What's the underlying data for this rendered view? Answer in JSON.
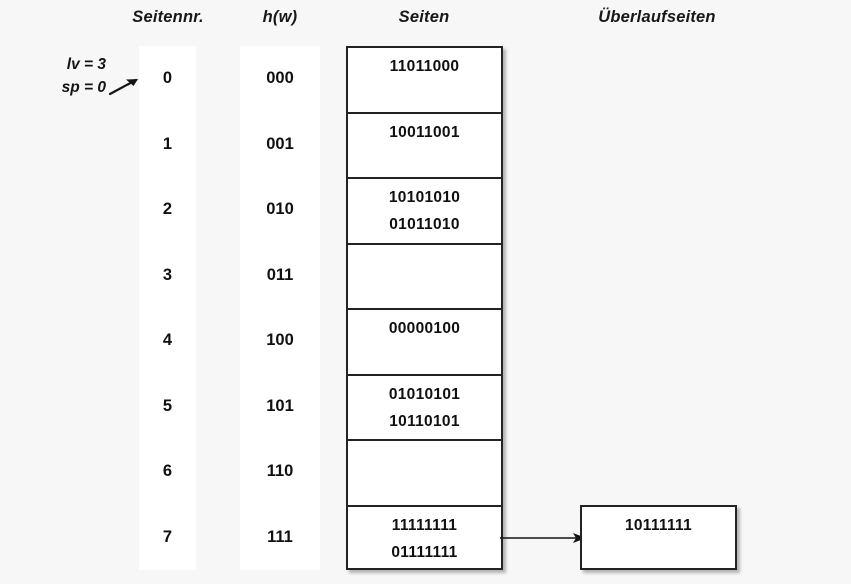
{
  "diagram": {
    "title_columns": {
      "seitennr": "Seitennr.",
      "hw": "h(w)",
      "seiten": "Seiten",
      "ueberlaufseiten": "Überlaufseiten"
    },
    "annotations": {
      "lv": "lv = 3",
      "sp": "sp = 0",
      "pointer_icon": "arrow-up-right-icon"
    },
    "colors": {
      "background": "#f7f7f7",
      "column_fill": "#ffffff",
      "border": "#232326",
      "text": "#101012"
    },
    "rows": [
      {
        "seitennr": "0",
        "hw": "000",
        "entries": [
          "11011000"
        ]
      },
      {
        "seitennr": "1",
        "hw": "001",
        "entries": [
          "10011001"
        ]
      },
      {
        "seitennr": "2",
        "hw": "010",
        "entries": [
          "10101010",
          "01011010"
        ]
      },
      {
        "seitennr": "3",
        "hw": "011",
        "entries": []
      },
      {
        "seitennr": "4",
        "hw": "100",
        "entries": [
          "00000100"
        ]
      },
      {
        "seitennr": "5",
        "hw": "101",
        "entries": [
          "01010101",
          "10110101"
        ]
      },
      {
        "seitennr": "6",
        "hw": "110",
        "entries": []
      },
      {
        "seitennr": "7",
        "hw": "111",
        "entries": [
          "11111111",
          "01111111"
        ]
      }
    ],
    "overflow": {
      "entries": [
        "10111111"
      ],
      "from_row": "7",
      "connector_icon": "arrow-right-icon"
    }
  }
}
